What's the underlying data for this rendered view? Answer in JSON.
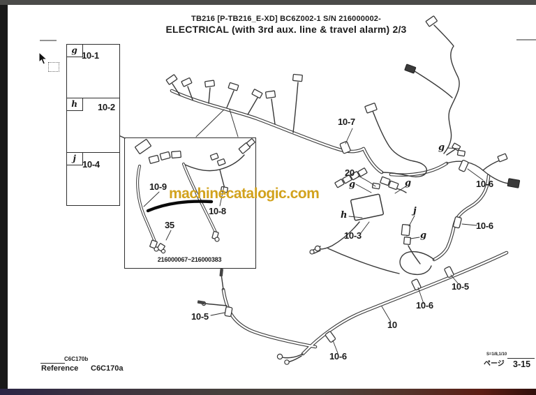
{
  "header": {
    "line1": "TB216 [P-TB216_E-XD]  BC6Z002-1  S/N 216000002-",
    "line2": "ELECTRICAL (with 3rd aux. line & travel alarm) 2/3"
  },
  "watermark": {
    "text": "machinecatalogic.com",
    "color": "#D2A21D"
  },
  "legend": {
    "boxes": [
      {
        "tab": "g",
        "part": "10-1"
      },
      {
        "tab": "h",
        "part": "10-2"
      },
      {
        "tab": "j",
        "part": "10-4"
      }
    ]
  },
  "inset": {
    "label_109": "10-9",
    "label_108": "10-8",
    "label_35": "35",
    "serial_range": "216000067~216000383"
  },
  "callouts": {
    "p10_7": "10-7",
    "g_top": "g",
    "p20": "20",
    "g_left": "g",
    "g_right": "g",
    "p10_6_a": "10-6",
    "h_mid": "h",
    "j_mid": "j",
    "p10_3": "10-3",
    "g_mid": "g",
    "p10_6_b": "10-6",
    "p10_5_r": "10-5",
    "p10_6_c": "10-6",
    "p10": "10",
    "p10_6_d": "10-6",
    "p10_5_l": "10-5"
  },
  "footer": {
    "code_small": "C6C170b",
    "reference_label": "Reference",
    "reference_value": "C6C170a",
    "scale_note": "S=1/8,1/10",
    "page_label": "ページ",
    "page_number": "3-15"
  }
}
